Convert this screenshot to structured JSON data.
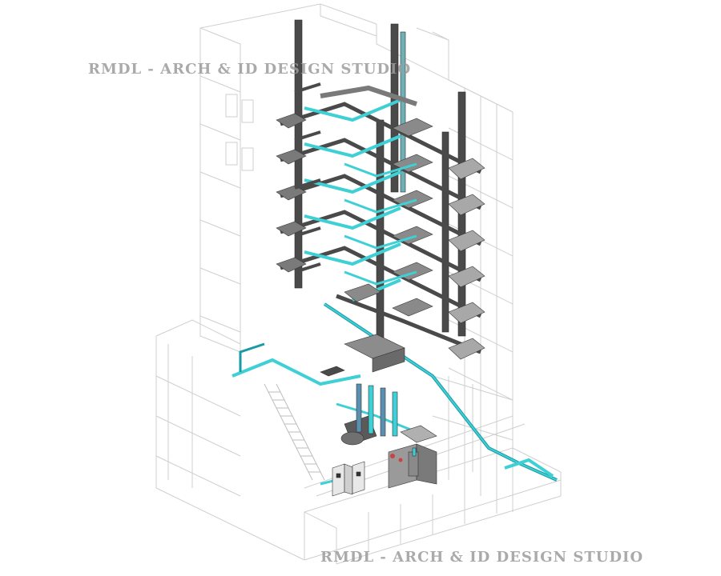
{
  "watermark": {
    "top": "RMDL - ARCH & ID DESIGN STUDIO",
    "bottom": "RMDL - ARCH & ID DESIGN STUDIO"
  },
  "colors": {
    "background": "#ffffff",
    "building_lines": "#c8c8c8",
    "duct_dark": "#4a4a4a",
    "duct_mid": "#7a7a7a",
    "duct_light": "#a8a8a8",
    "pipe_cyan": "#3fd0d6",
    "pipe_cyan_dark": "#1a9aa4",
    "accent_red": "#d04040",
    "watermark": "#9c9c9c"
  },
  "diagram": {
    "view": "isometric building MEP model",
    "floors_with_ducts": 6
  }
}
